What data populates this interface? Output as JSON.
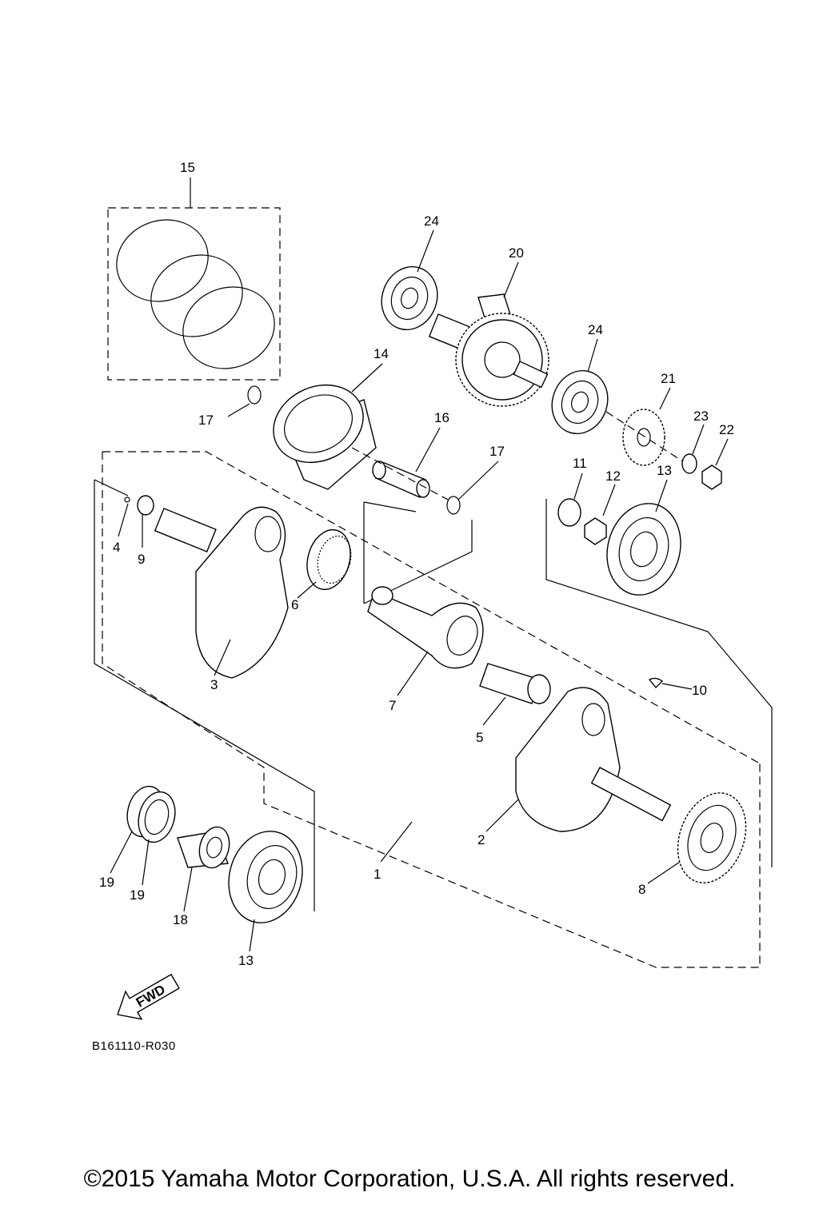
{
  "diagram": {
    "callouts": [
      "15",
      "24",
      "20",
      "24",
      "14",
      "21",
      "17",
      "16",
      "23",
      "22",
      "17",
      "11",
      "12",
      "13",
      "4",
      "9",
      "6",
      "3",
      "7",
      "10",
      "5",
      "2",
      "19",
      "19",
      "18",
      "1",
      "8",
      "13"
    ],
    "fwd_label": "FWD",
    "code": "B161110-R030"
  },
  "footer": {
    "copyright": "©2015 Yamaha Motor Corporation, U.S.A. All rights reserved."
  }
}
